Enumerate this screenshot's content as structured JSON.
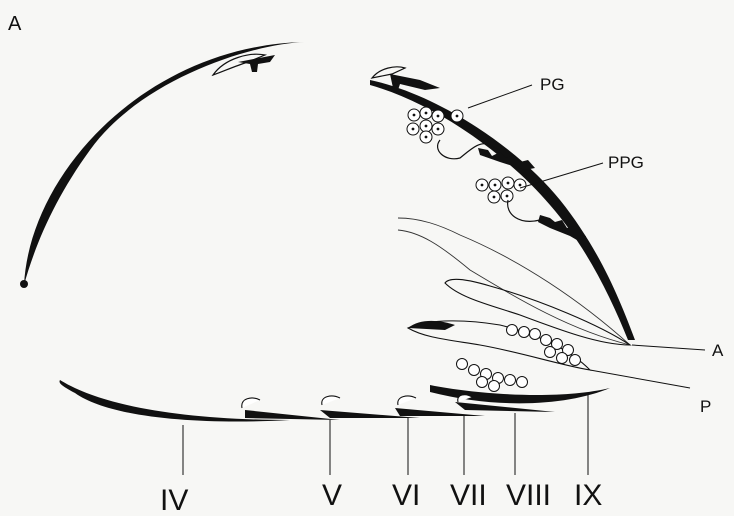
{
  "panel_label": "A",
  "labels": {
    "pg": "PG",
    "ppg": "PPG",
    "a": "A",
    "p": "P"
  },
  "segments": [
    "IV",
    "V",
    "VI",
    "VII",
    "VIII",
    "IX"
  ],
  "colors": {
    "ink": "#111111",
    "background": "#f7f7f5"
  }
}
